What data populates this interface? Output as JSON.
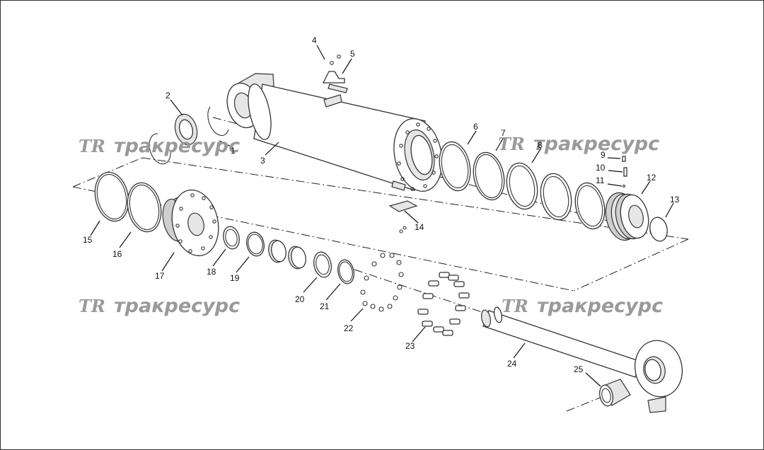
{
  "watermark": {
    "logo": "TR",
    "text": "тракресурс"
  },
  "callouts": {
    "c1": "1",
    "c2": "2",
    "c3": "3",
    "c4": "4",
    "c5": "5",
    "c6": "6",
    "c7": "7",
    "c8": "8",
    "c9": "9",
    "c10": "10",
    "c11": "11",
    "c12": "12",
    "c13": "13",
    "c14": "14",
    "c15": "15",
    "c16": "16",
    "c17": "17",
    "c18": "18",
    "c19": "19",
    "c20": "20",
    "c21": "21",
    "c22": "22",
    "c23": "23",
    "c24": "24",
    "c25": "25"
  }
}
